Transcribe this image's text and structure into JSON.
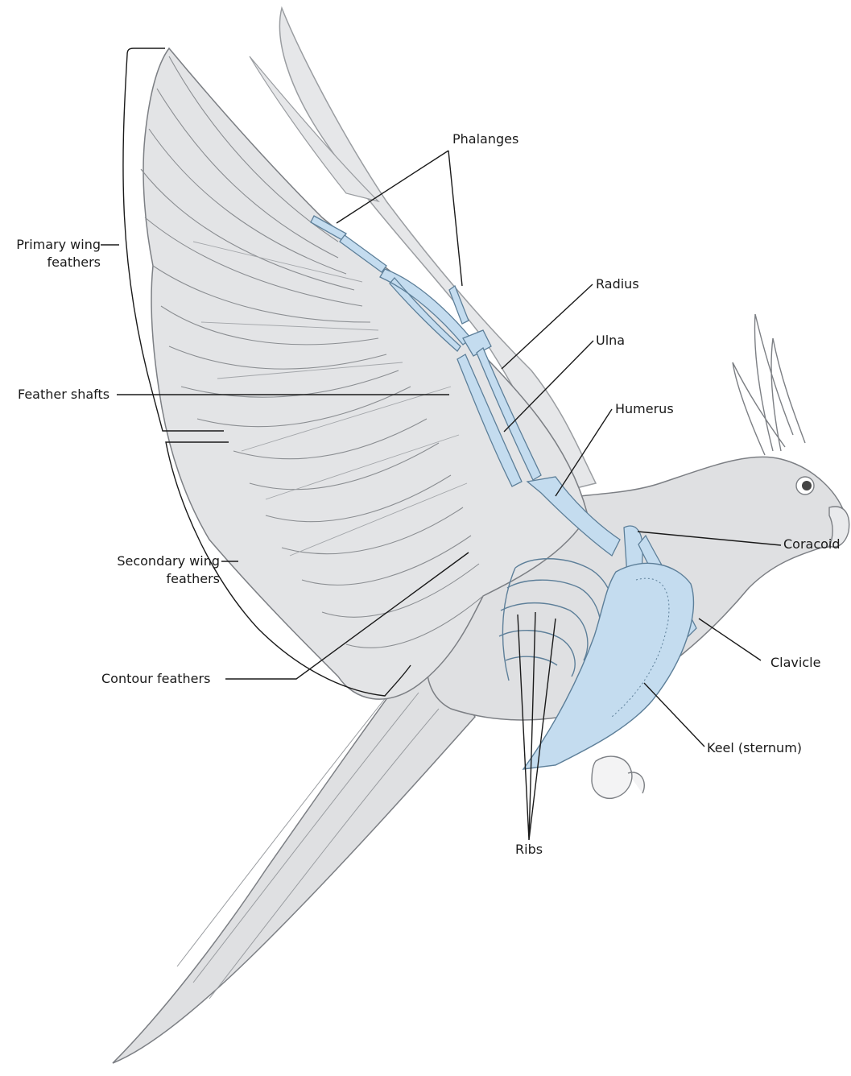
{
  "colors": {
    "body": "#dfe0e2",
    "bone": "#c4dcef",
    "outline": "#7c7f84",
    "bone_outline": "#5d7f99",
    "leader": "#1a1a1a"
  },
  "labels": {
    "phalanges": "Phalanges",
    "radius": "Radius",
    "ulna": "Ulna",
    "humerus": "Humerus",
    "coracoid": "Coracoid",
    "clavicle": "Clavicle",
    "keel": "Keel (sternum)",
    "ribs": "Ribs",
    "primary_line1": "Primary wing",
    "primary_line2": "feathers",
    "feather_shafts": "Feather shafts",
    "secondary_line1": "Secondary wing",
    "secondary_line2": "feathers",
    "contour": "Contour feathers"
  }
}
